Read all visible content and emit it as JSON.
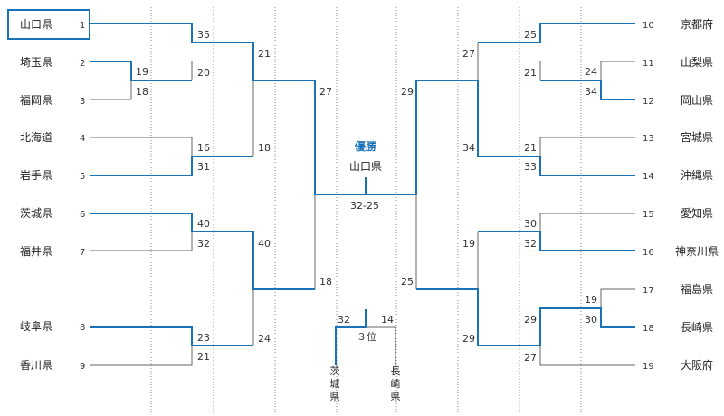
{
  "left_teams": [
    {
      "name": "山口県",
      "seed": "1"
    },
    {
      "name": "埼玉県",
      "seed": "2"
    },
    {
      "name": "福岡県",
      "seed": "3"
    },
    {
      "name": "北海道",
      "seed": "4"
    },
    {
      "name": "岩手県",
      "seed": "5"
    },
    {
      "name": "茨城県",
      "seed": "6"
    },
    {
      "name": "福井県",
      "seed": "7"
    },
    {
      "name": "岐阜県",
      "seed": "8"
    },
    {
      "name": "香川県",
      "seed": "9"
    }
  ],
  "right_teams": [
    {
      "name": "京都府",
      "seed": "10"
    },
    {
      "name": "山梨県",
      "seed": "11"
    },
    {
      "name": "岡山県",
      "seed": "12"
    },
    {
      "name": "宮城県",
      "seed": "13"
    },
    {
      "name": "沖縄県",
      "seed": "14"
    },
    {
      "name": "愛知県",
      "seed": "15"
    },
    {
      "name": "神奈川県",
      "seed": "16"
    },
    {
      "name": "福島県",
      "seed": "17"
    },
    {
      "name": "長崎県",
      "seed": "18"
    },
    {
      "name": "大阪府",
      "seed": "19"
    }
  ],
  "left_scores": {
    "r1_2v3": [
      "19",
      "18"
    ],
    "r2_1": [
      "35",
      "20"
    ],
    "r2_45": [
      "16",
      "31"
    ],
    "r2_67": [
      "40",
      "32"
    ],
    "r2_89": [
      "23",
      "21"
    ],
    "r3_top": [
      "21",
      "18"
    ],
    "r3_bottom": [
      "40",
      "24"
    ],
    "semi": [
      "27",
      "18"
    ]
  },
  "right_scores": {
    "r1_11v12": [
      "24",
      "34"
    ],
    "r2_10": [
      "25",
      "21"
    ],
    "r2_1314": [
      "21",
      "33"
    ],
    "r2_1516": [
      "30",
      "32"
    ],
    "r1_17v18": [
      "19",
      "30"
    ],
    "r2_19": [
      "29",
      "27"
    ],
    "r3_top": [
      "27",
      "34"
    ],
    "r3_bottom": [
      "19",
      "29"
    ],
    "semi": [
      "29",
      "25"
    ]
  },
  "final": {
    "title": "優勝",
    "winner": "山口県",
    "score": "32-25"
  },
  "third_place": {
    "label": "３位",
    "left_score": "32",
    "right_score": "14",
    "left_team_chars": [
      "茨",
      "城",
      "県"
    ],
    "right_team_chars": [
      "長",
      "崎",
      "県"
    ]
  },
  "colors": {
    "win": "#1a73b8",
    "line": "#666666",
    "guide": "#888888"
  }
}
